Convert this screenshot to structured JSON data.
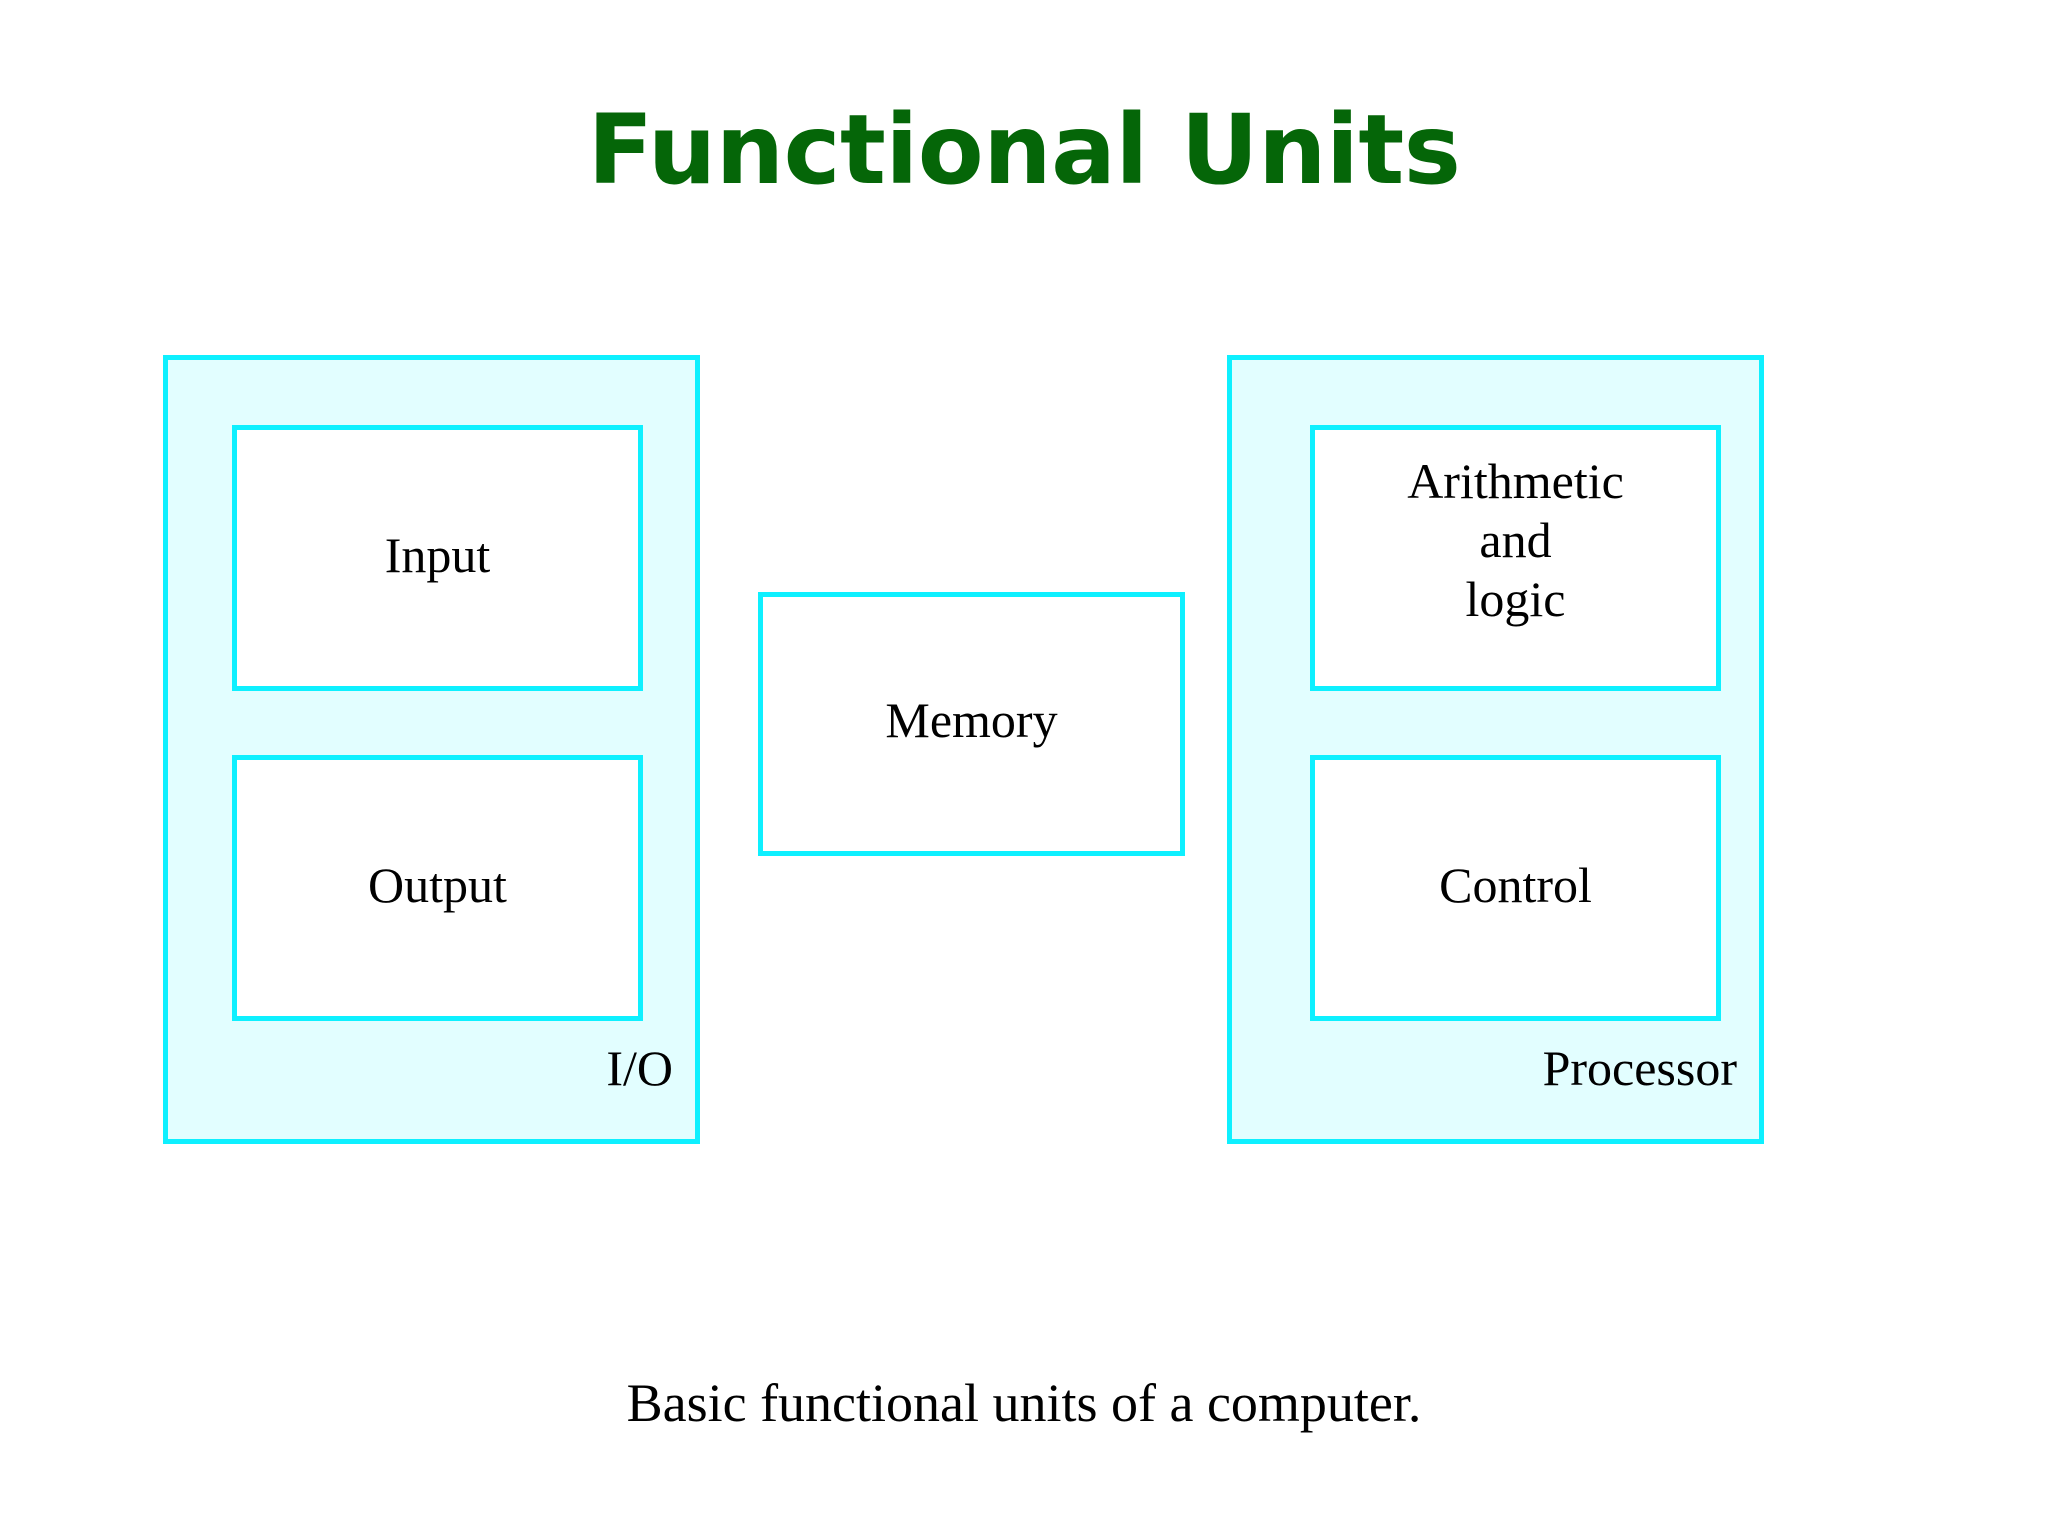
{
  "slide": {
    "title": "Functional Units",
    "caption": "Basic functional units of a computer.",
    "background_color": "#ffffff",
    "title_color": "#056608",
    "box_border_color": "#0ef0ff",
    "group_fill_color": "#e2feff",
    "unit_fill_color": "#ffffff",
    "text_color": "#000000"
  },
  "diagram": {
    "groups": [
      {
        "name": "io",
        "label": "I/O",
        "units": [
          {
            "name": "input",
            "label": "Input"
          },
          {
            "name": "output",
            "label": "Output"
          }
        ]
      },
      {
        "name": "processor",
        "label": "Processor",
        "units": [
          {
            "name": "alu",
            "label": "Arithmetic\nand\nlogic"
          },
          {
            "name": "control",
            "label": "Control"
          }
        ]
      }
    ],
    "standalone": [
      {
        "name": "memory",
        "label": "Memory"
      }
    ]
  }
}
